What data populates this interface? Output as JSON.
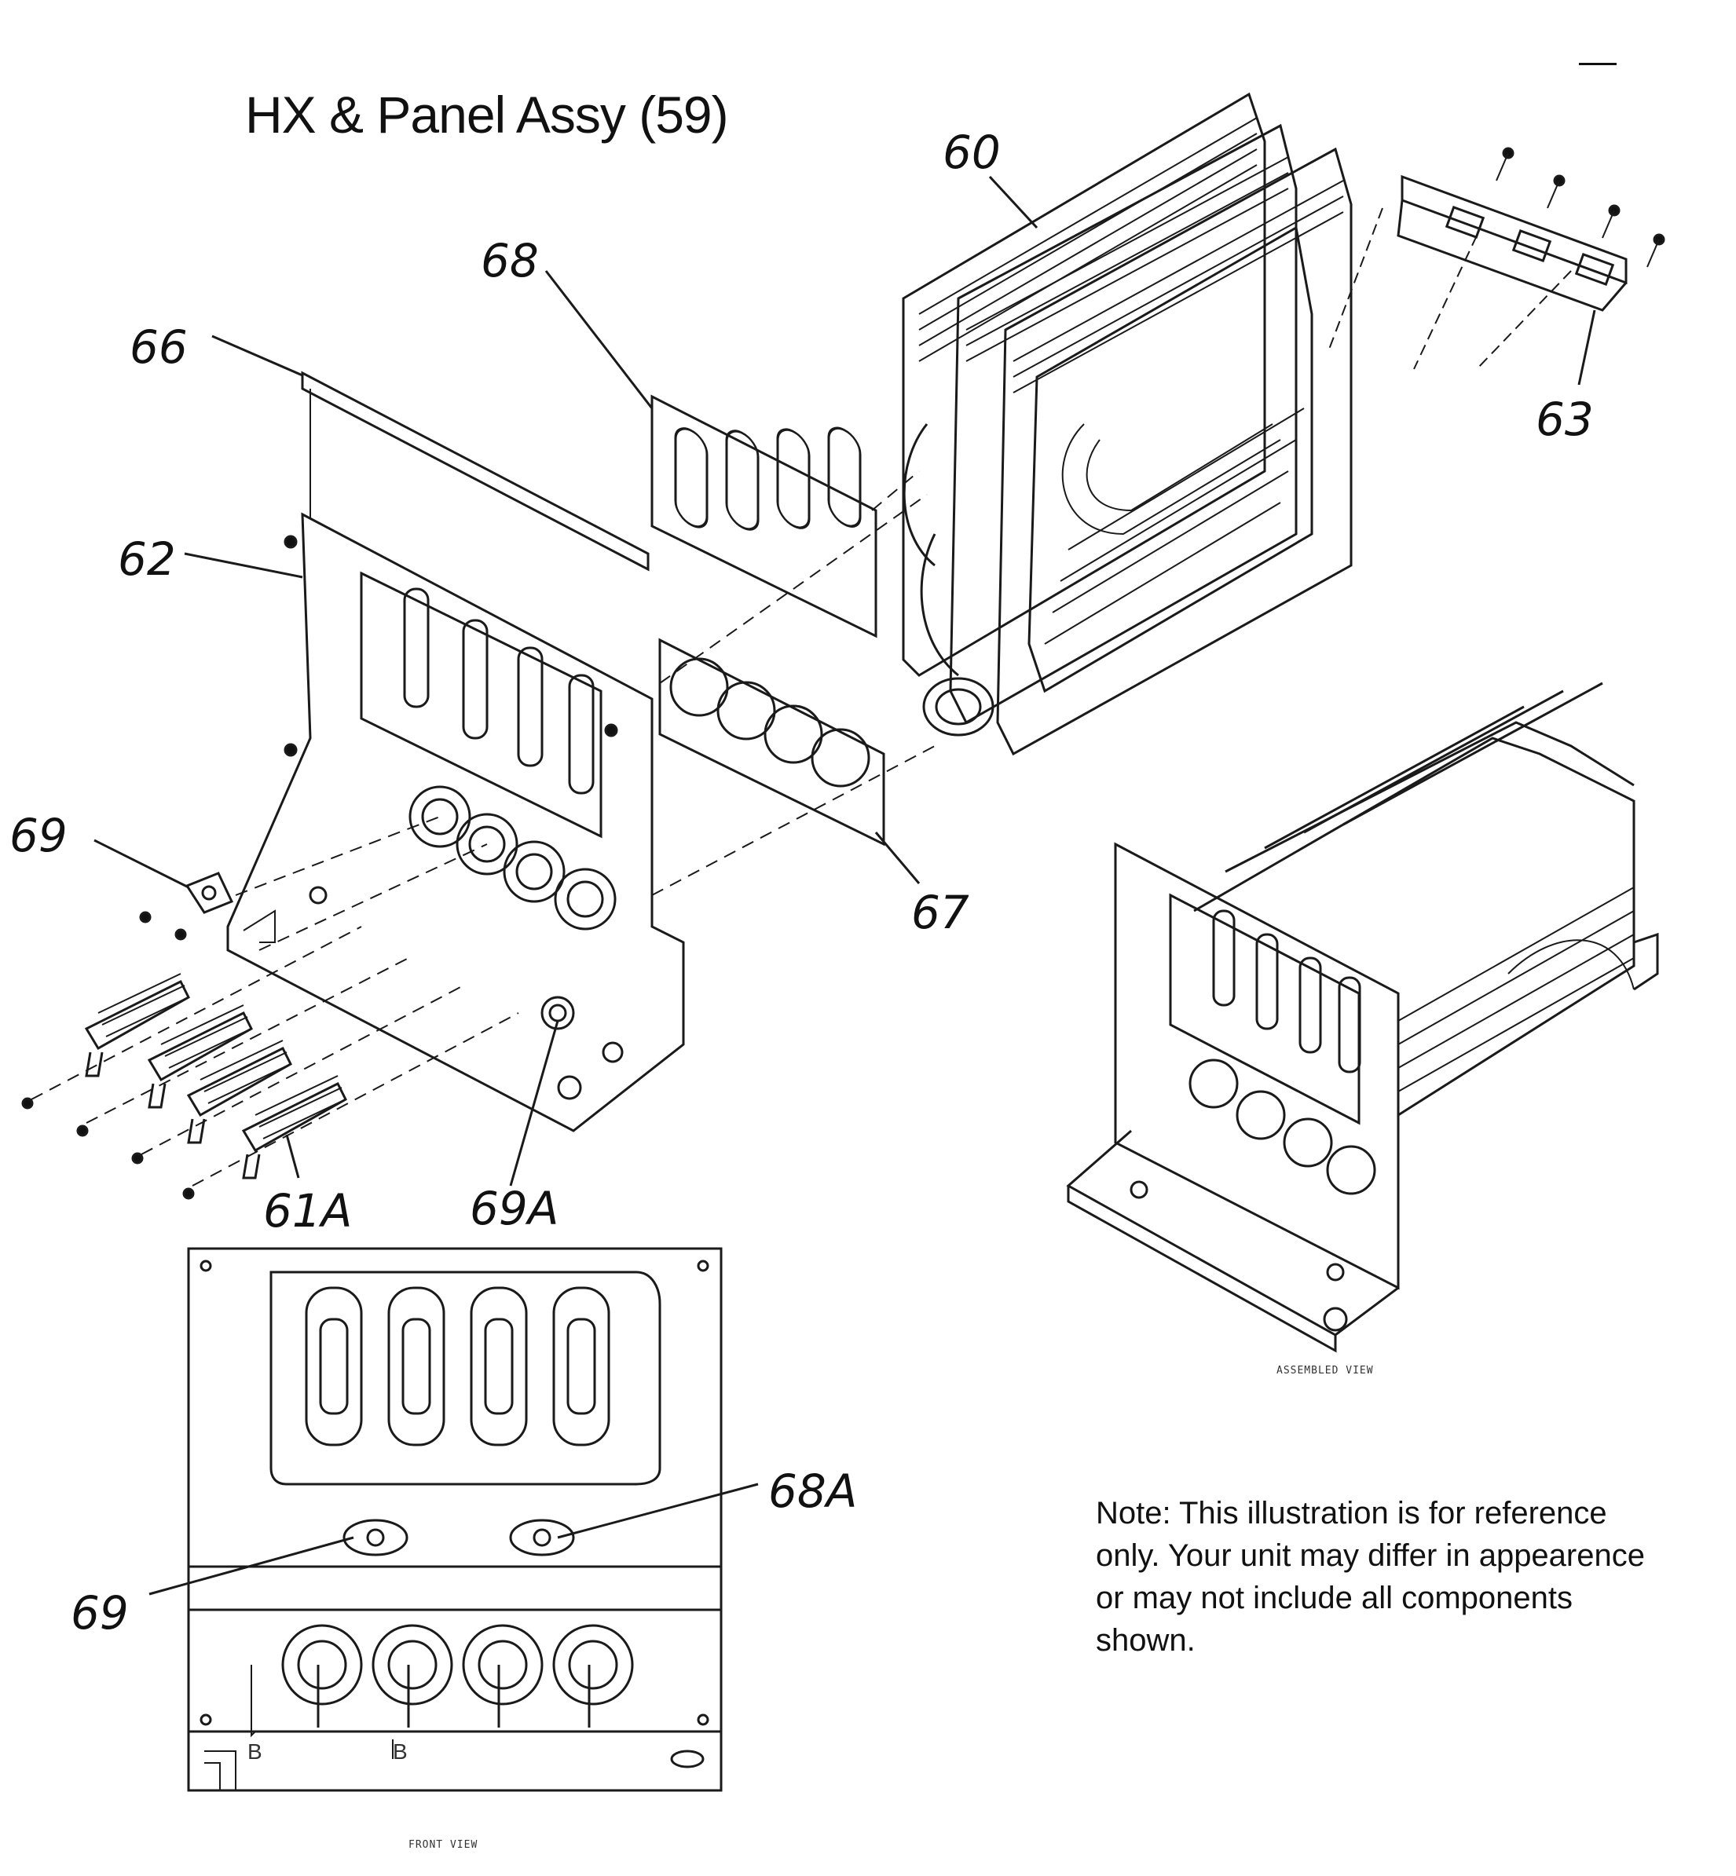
{
  "title": "HX & Panel Assy (59)",
  "callouts": {
    "c60": "60",
    "c68": "68",
    "c66": "66",
    "c62": "62",
    "c63": "63",
    "c69_top": "69",
    "c67": "67",
    "c61a": "61A",
    "c69a": "69A",
    "c68a": "68A",
    "c69_bottom": "69"
  },
  "note": "Note: This illustration is for reference only. Your unit may differ in appearence or may not include all components shown.",
  "captions": {
    "assembled": "ASSEMBLED VIEW",
    "front": "FRONT VIEW"
  },
  "front_view_labels": {
    "b_left": "B",
    "b_center": "B"
  }
}
